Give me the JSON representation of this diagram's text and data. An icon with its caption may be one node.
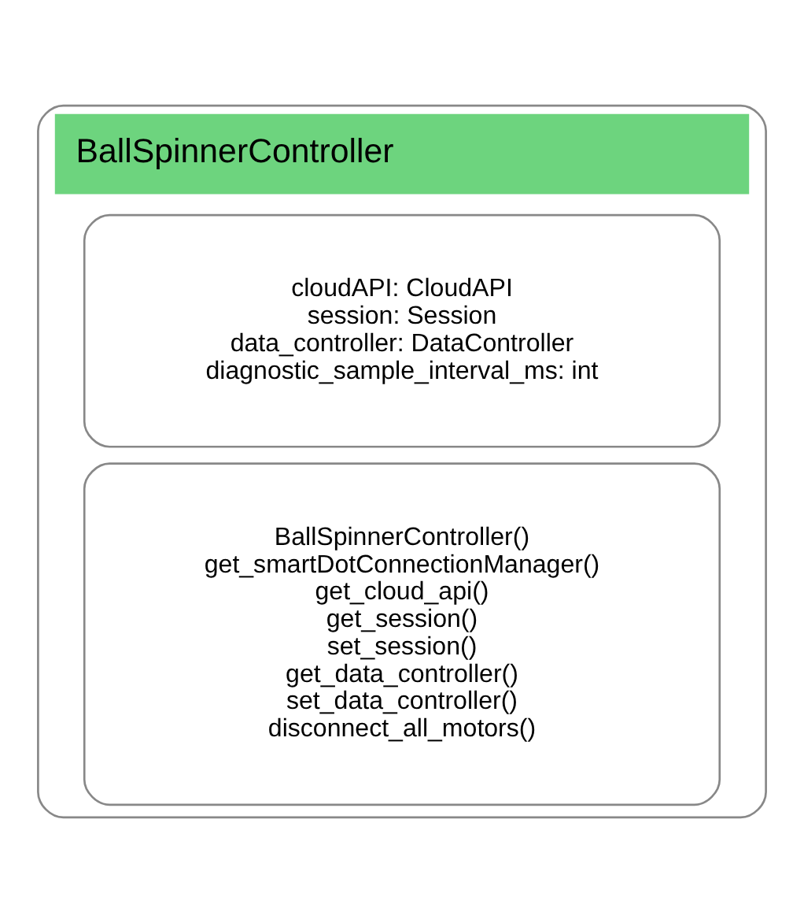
{
  "diagram": {
    "nodes": [
      {
        "text": [
          "BallSpinnerController"
        ]
      },
      {
        "text": [
          "cloudAPI: CloudAPI",
          "session: Session",
          "data_controller: DataController",
          "diagnostic_sample_interval_ms: int"
        ],
        "in": 0
      },
      {
        "text": [
          "BallSpinnerController()",
          "get_smartDotConnectionManager()",
          "get_cloud_api()",
          "get_session()",
          "set_session()",
          "get_data_controller()",
          "set_data_controller()",
          "disconnect_all_motors()"
        ],
        "in": 0
      }
    ],
    "edges": []
  }
}
